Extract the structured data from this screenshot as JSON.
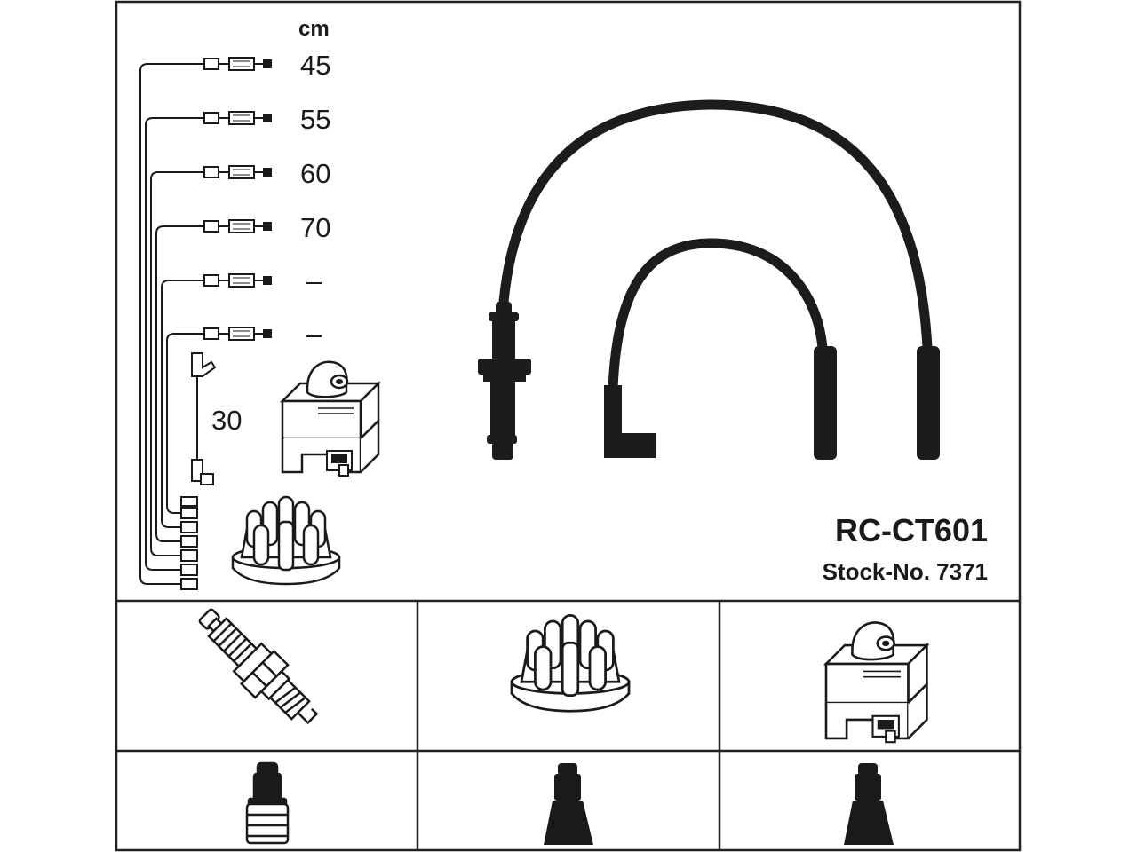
{
  "unit": "cm",
  "lengths": [
    "45",
    "55",
    "60",
    "70",
    "–",
    "–"
  ],
  "coil_lead_length": "30",
  "model": "RC-CT601",
  "stock_number": "Stock-No. 7371",
  "colors": {
    "line": "#1a1a1a",
    "cable": "#1c1c1c",
    "frame": "#222222"
  },
  "icons": [
    "ignition-coil",
    "distributor-cap",
    "spark-plug",
    "spark-plug-terminal-boot",
    "straight-boot",
    "angled-boot"
  ]
}
